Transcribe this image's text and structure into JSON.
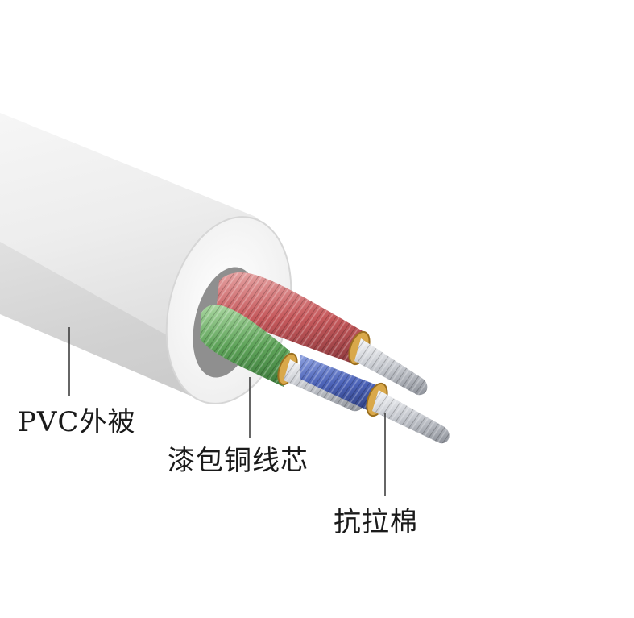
{
  "labels": {
    "pvc_jacket": "PVC外被",
    "enameled_copper_core": "漆包铜线芯",
    "tensile_cotton": "抗拉棉"
  },
  "colors": {
    "jacket": "#ececec",
    "red_conductor": "#c8585c",
    "green_conductor": "#5fa45a",
    "blue_conductor": "#4c63b8",
    "bare_strands": "#c9ccd2",
    "copper_end": "#d9a84a"
  }
}
